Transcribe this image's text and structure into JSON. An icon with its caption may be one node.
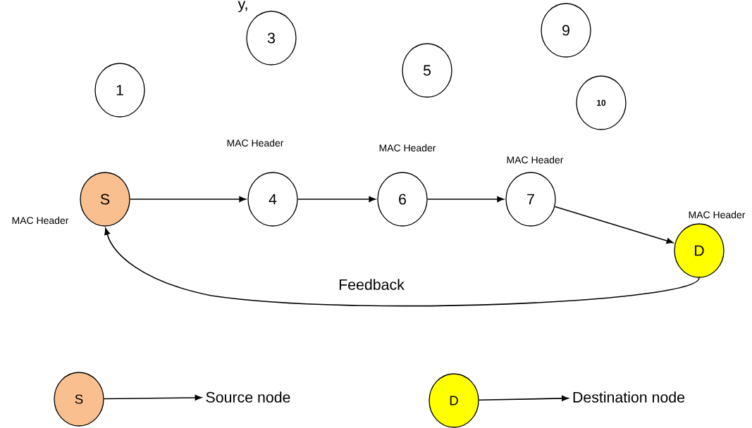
{
  "diagram": {
    "nodes": [
      {
        "text": [
          "1"
        ]
      },
      {
        "text": [
          "3"
        ]
      },
      {
        "text": [
          "5"
        ]
      },
      {
        "text": [
          "9"
        ]
      },
      {
        "text": [
          "10"
        ]
      },
      {
        "text": [
          "S"
        ],
        "beside": [
          "MAC Header"
        ]
      },
      {
        "text": [
          "4"
        ],
        "beside": [
          "MAC Header"
        ]
      },
      {
        "text": [
          "6"
        ],
        "beside": [
          "MAC Header"
        ]
      },
      {
        "text": [
          "7"
        ],
        "beside": [
          "MAC Header"
        ]
      },
      {
        "text": [
          "D"
        ],
        "beside": [
          "MAC Header"
        ]
      },
      {
        "text": [
          "S"
        ]
      },
      {
        "text": [
          "Source node"
        ]
      },
      {
        "text": [
          "D"
        ]
      },
      {
        "text": [
          "Destination node"
        ]
      }
    ],
    "edges": [
      {
        "from": 5,
        "to": 6,
        "arrow": "to"
      },
      {
        "from": 6,
        "to": 7,
        "arrow": "to"
      },
      {
        "from": 7,
        "to": 8,
        "arrow": "to"
      },
      {
        "from": 8,
        "to": 9,
        "arrow": "to"
      },
      {
        "from": 9,
        "to": 5,
        "arrow": "to",
        "label": "Feedback"
      },
      {
        "from": 10,
        "to": 11,
        "arrow": "to"
      },
      {
        "from": 12,
        "to": 13,
        "arrow": "to"
      }
    ],
    "labels": [
      "y,"
    ]
  }
}
